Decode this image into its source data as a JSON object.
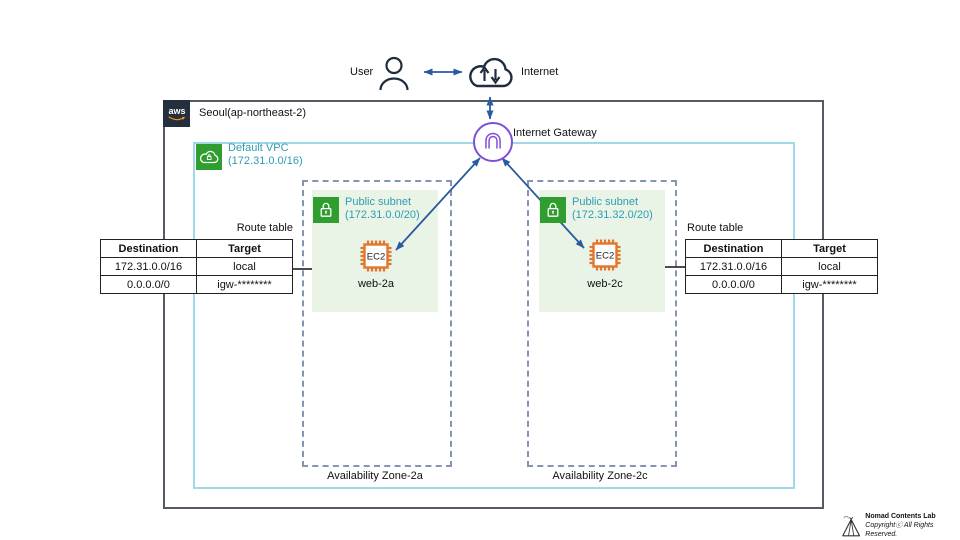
{
  "colors": {
    "arrow_blue": "#2a5a9f",
    "icon_dark": "#1f2e3e",
    "gateway_purple": "#7d4fd8",
    "aws_green": "#2f9e2f",
    "subnet_fill": "#e9f3e6",
    "teal_text": "#2e9db3",
    "ec2_orange": "#e2762b",
    "region_border": "#545b64",
    "vpc_border": "#9fd9e8",
    "az_dash": "#8494b2"
  },
  "external": {
    "user_label": "User",
    "internet_label": "Internet"
  },
  "region": {
    "provider": "aws",
    "label": "Seoul(ap-northeast-2)"
  },
  "vpc": {
    "name": "Default VPC",
    "cidr": "(172.31.0.0/16)"
  },
  "internet_gateway": {
    "label": "Internet Gateway"
  },
  "subnets": [
    {
      "name": "Public subnet",
      "cidr": "(172.31.0.0/20)",
      "instance_type": "EC2",
      "instance_name": "web-2a",
      "az_label": "Availability Zone-2a"
    },
    {
      "name": "Public subnet",
      "cidr": "(172.31.32.0/20)",
      "instance_type": "EC2",
      "instance_name": "web-2c",
      "az_label": "Availability Zone-2c"
    }
  ],
  "route_tables": [
    {
      "title": "Route table",
      "headers": [
        "Destination",
        "Target"
      ],
      "rows": [
        [
          "172.31.0.0/16",
          "local"
        ],
        [
          "0.0.0.0/0",
          "igw-********"
        ]
      ]
    },
    {
      "title": "Route table",
      "headers": [
        "Destination",
        "Target"
      ],
      "rows": [
        [
          "172.31.0.0/16",
          "local"
        ],
        [
          "0.0.0.0/0",
          "igw-********"
        ]
      ]
    }
  ],
  "footer": {
    "brand": "Nomad Contents Lab",
    "copyright": "Copyrightⓒ All Rights Reserved."
  }
}
